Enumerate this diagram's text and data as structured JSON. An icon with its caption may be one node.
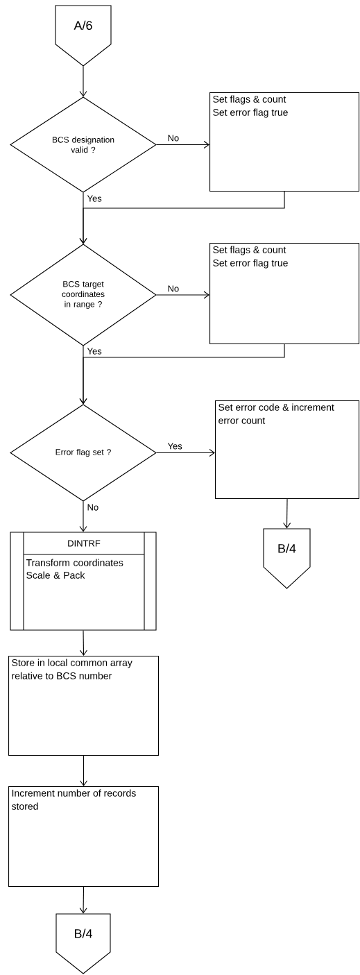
{
  "diagram": {
    "nodes": [
      {
        "text": [
          "A/6"
        ]
      },
      {
        "text": [
          "BCS designation valid ?"
        ]
      },
      {
        "text": [
          "Set flags & count",
          "Set error flag true"
        ]
      },
      {
        "text": [
          "BCS target coordinates in range ?"
        ]
      },
      {
        "text": [
          "Set flags & count",
          "Set error flag true"
        ]
      },
      {
        "text": [
          "Error flag set ?"
        ]
      },
      {
        "text": [
          "Set error code & increment error count"
        ]
      },
      {
        "text": [
          "B/4"
        ]
      },
      {
        "text": [
          "DINTRF",
          "Transform coordinates Scale & Pack"
        ]
      },
      {
        "text": [
          "Store in local common array relative to BCS number"
        ]
      },
      {
        "text": [
          "Increment number of records stored"
        ]
      },
      {
        "text": [
          "B/4"
        ]
      }
    ],
    "edges": [
      {
        "from": 0,
        "to": 1,
        "arrow": "to"
      },
      {
        "from": 1,
        "to": 2,
        "arrow": "to",
        "label": "No"
      },
      {
        "from": 1,
        "to": 3,
        "arrow": "to",
        "label": "Yes"
      },
      {
        "from": 2,
        "to": 3,
        "arrow": "to"
      },
      {
        "from": 3,
        "to": 4,
        "arrow": "to",
        "label": "No"
      },
      {
        "from": 3,
        "to": 5,
        "arrow": "to",
        "label": "Yes"
      },
      {
        "from": 4,
        "to": 5,
        "arrow": "to"
      },
      {
        "from": 5,
        "to": 6,
        "arrow": "to",
        "label": "Yes"
      },
      {
        "from": 5,
        "to": 8,
        "arrow": "to",
        "label": "No"
      },
      {
        "from": 6,
        "to": 7,
        "arrow": "to"
      },
      {
        "from": 8,
        "to": 9,
        "arrow": "to"
      },
      {
        "from": 9,
        "to": 10,
        "arrow": "to"
      },
      {
        "from": 10,
        "to": 11,
        "arrow": "to"
      }
    ]
  }
}
